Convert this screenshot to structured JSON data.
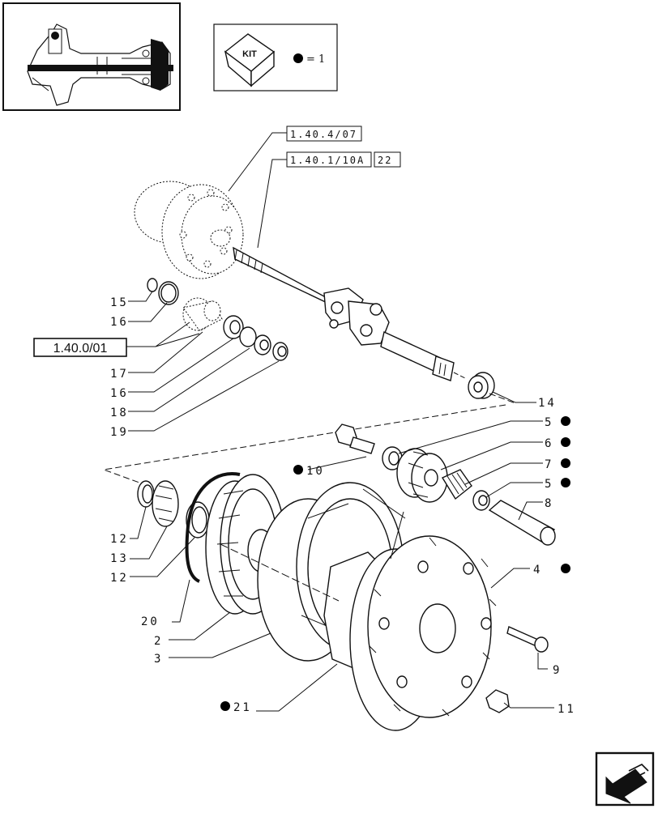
{
  "kit_box": {
    "kit_text": "KIT",
    "legend_value": "= 1"
  },
  "references": {
    "ref_a": "1.40.4/07",
    "ref_b": "1.40.1/10A",
    "ref_b_qty": "22",
    "ref_c": "1.40.0/01"
  },
  "labels": {
    "l15": "15",
    "l16a": "16",
    "l17": "17",
    "l16b": "16",
    "l18": "18",
    "l19": "19",
    "l14": "14",
    "l5a": "5",
    "l6": "6",
    "l7": "7",
    "l5b": "5",
    "l8": "8",
    "l10": "10",
    "l12a": "12",
    "l13": "13",
    "l12b": "12",
    "l20": "20",
    "l2": "2",
    "l3": "3",
    "l4": "4",
    "l9": "9",
    "l11": "11",
    "l21": "21"
  },
  "colors": {
    "line": "#111111",
    "background": "#ffffff",
    "kit_dot": "#000000"
  },
  "icons": {
    "kit_icon": "cube-icon",
    "nav_icon": "arrow-page-icon",
    "bullet": "kit-dot-icon"
  }
}
